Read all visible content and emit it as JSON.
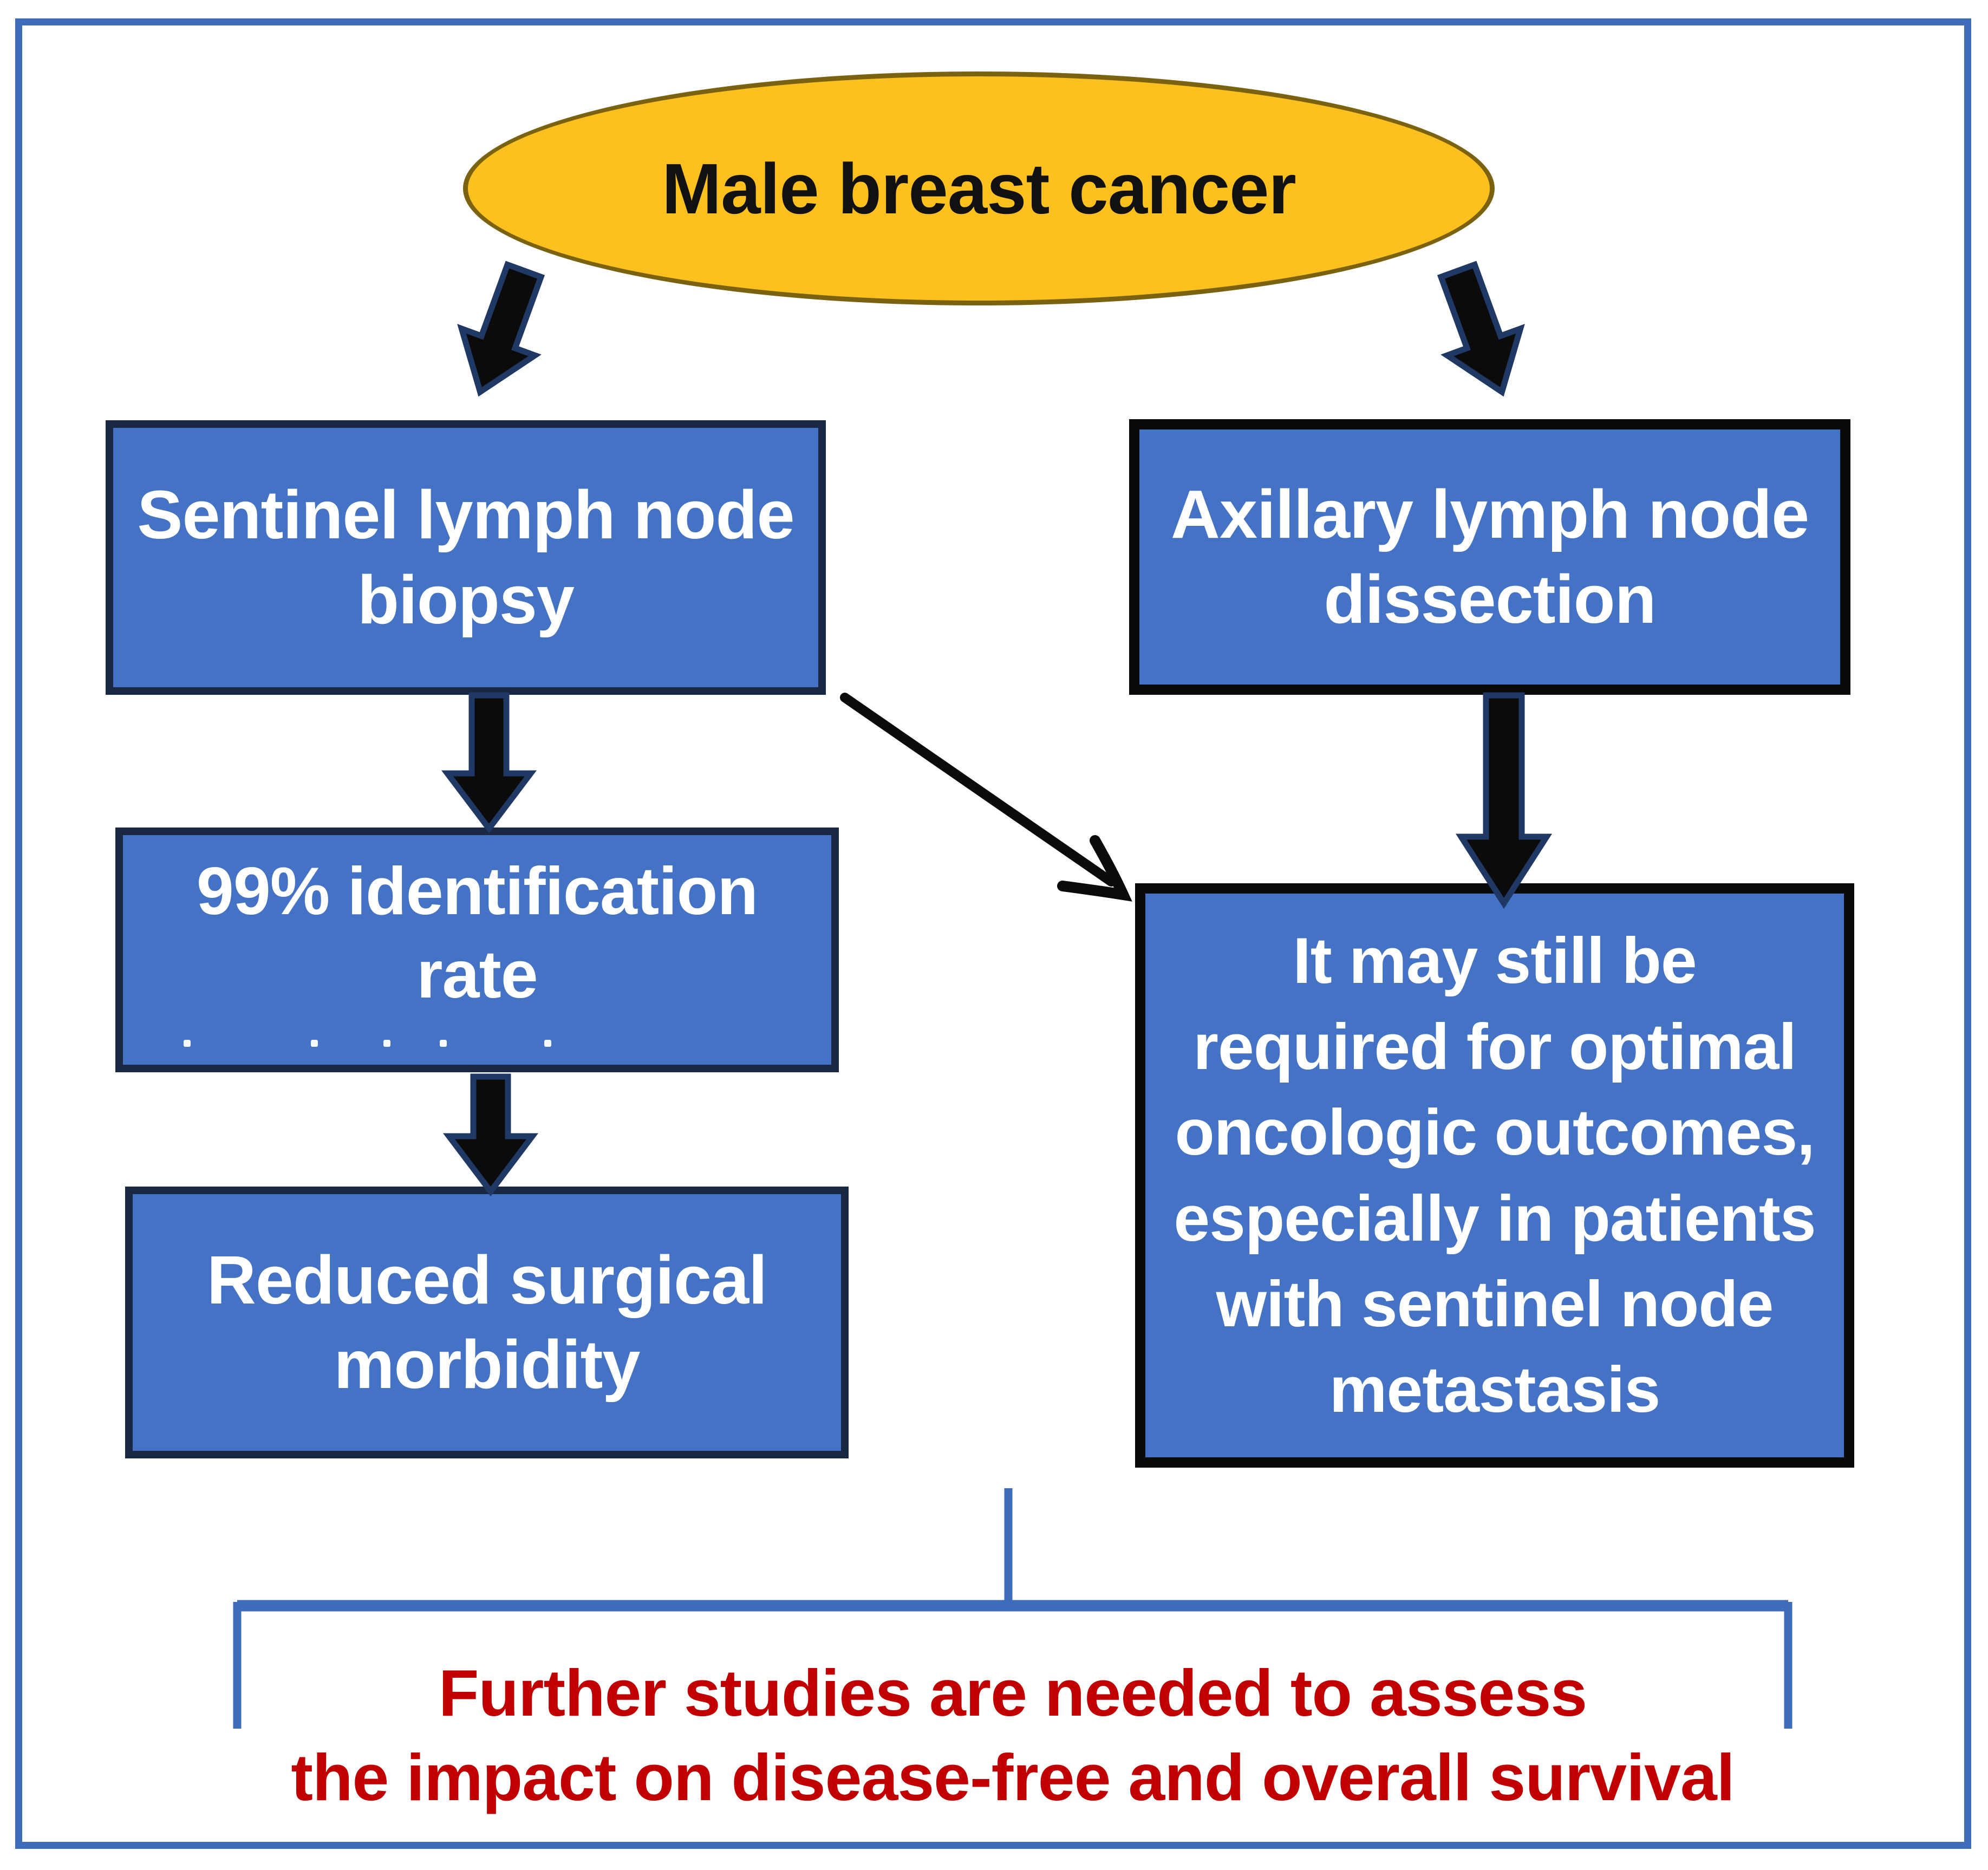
{
  "diagram": {
    "title": "Male breast cancer",
    "nodes": {
      "sentinel": "Sentinel lymph node\nbiopsy",
      "axillary": "Axillary lymph node\ndissection",
      "identification_rate": "99% identification\nrate",
      "reduced_morbidity": "Reduced surgical\nmorbidity",
      "alnd_note": "It may still be\nrequired for optimal\noncologic outcomes,\nespecially in patients\nwith sentinel node\nmetastasis"
    },
    "footer": "Further studies are needed to assess\nthe impact on disease-free and overall survival",
    "colors": {
      "ellipse_fill": "#FCC11E",
      "ellipse_border": "#7A6210",
      "box_fill": "#4472C4",
      "box_border_navy": "#1A2743",
      "box_border_black": "#0A0A0A",
      "frame_blue": "#3F6BBB",
      "bracket_blue": "#3F6BBB",
      "footer_red": "#C00000",
      "arrow_fill": "#0B0B0B",
      "arrow_outline": "#1F3864",
      "text_white": "#FFFFFF",
      "title_text": "#111111"
    }
  }
}
